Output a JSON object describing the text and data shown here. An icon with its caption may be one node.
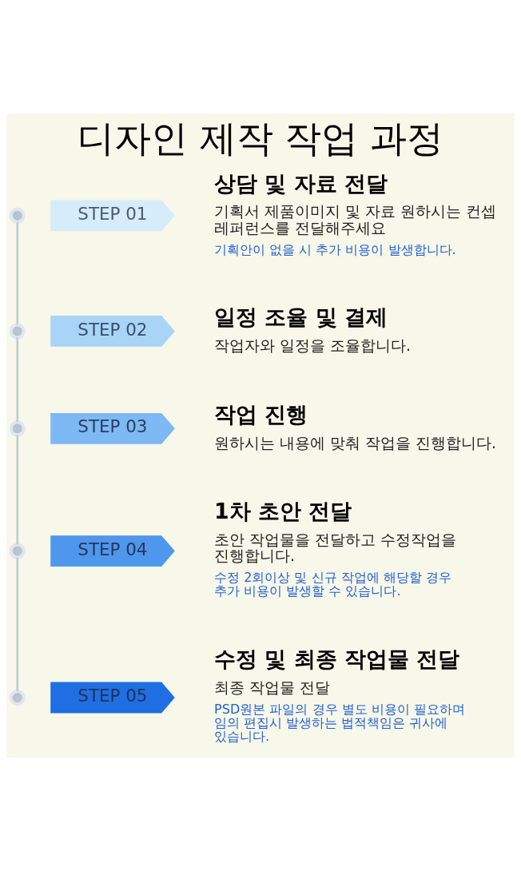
{
  "diagram": {
    "title": "디자인 제작 작업 과정",
    "nodes": [
      {
        "text": [],
        "shape": "circle"
      },
      {
        "text": [],
        "shape": "circle"
      },
      {
        "text": [],
        "shape": "circle"
      },
      {
        "text": [],
        "shape": "circle"
      },
      {
        "text": [],
        "shape": "circle"
      },
      {
        "text": [
          "STEP 01"
        ],
        "beside": [
          "상담 및 자료 전달",
          "기획서 제품이미지 및 자료 원하시는 컨셉 레퍼런스를 전달해주세요",
          "기획안이 없을 시 추가 비용이 발생합니다."
        ]
      },
      {
        "text": [
          "STEP 02"
        ],
        "beside": [
          "일정 조율 및 결제",
          "작업자와 일정을 조율합니다."
        ]
      },
      {
        "text": [
          "STEP 03"
        ],
        "beside": [
          "작업 진행",
          "원하시는 내용에 맞춰 작업을 진행합니다."
        ]
      },
      {
        "text": [
          "STEP 04"
        ],
        "beside": [
          "1차 초안 전달",
          "초안 작업물을 전달하고 수정작업을 진행합니다.",
          "수정 2회이상 및 신규 작업에 해당할 경우 추가 비용이 발생할 수 있습니다."
        ]
      },
      {
        "text": [
          "STEP 05"
        ],
        "beside": [
          "수정 및 최종 작업물 전달",
          "최종 작업물 전달",
          "PSD원본 파일의 경우 별도 비용이 필요하며 임의 편집시 발생하는 법적책임은 귀사에 있습니다."
        ]
      }
    ],
    "edges": [
      {
        "from": 0,
        "to": 1,
        "arrow": "none"
      },
      {
        "from": 1,
        "to": 2,
        "arrow": "none"
      },
      {
        "from": 2,
        "to": 3,
        "arrow": "none"
      },
      {
        "from": 3,
        "to": 4,
        "arrow": "none"
      }
    ]
  }
}
